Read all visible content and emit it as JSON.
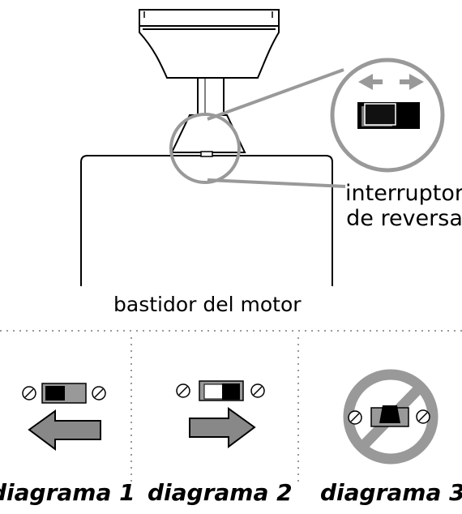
{
  "labels": {
    "switch_line1": "interruptor",
    "switch_line2": "de reversa",
    "motor_housing": "bastidor del motor"
  },
  "diagrams": [
    {
      "title": "diagrama 1",
      "arrow": "left",
      "switch_position": "left"
    },
    {
      "title": "diagrama 2",
      "arrow": "right",
      "switch_position": "right"
    },
    {
      "title": "diagrama 3",
      "arrow": "none",
      "switch_position": "center",
      "prohibited": true
    }
  ],
  "icons": [
    "screw-icon",
    "arrow-left-icon",
    "arrow-right-icon",
    "prohibited-icon",
    "double-arrow-icon"
  ],
  "colors": {
    "gray_fill": "#8c8c8c",
    "light_gray": "#c8c8c8",
    "stroke": "#000000",
    "circle_gray": "#9a9a9a"
  }
}
